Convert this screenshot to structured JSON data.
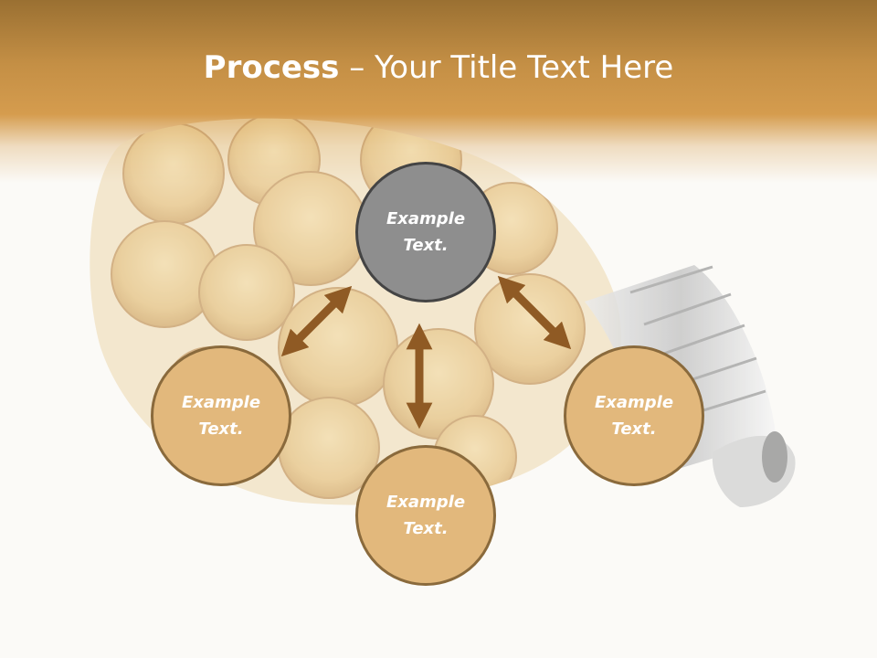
{
  "slide": {
    "title_bold": "Process",
    "title_separator": " – ",
    "title_rest": "Your Title Text Here"
  },
  "diagram": {
    "center_node": {
      "text": "Example Text."
    },
    "left_node": {
      "text": "Example Text."
    },
    "bottom_node": {
      "text": "Example Text."
    },
    "right_node": {
      "text": "Example Text."
    }
  },
  "colors": {
    "header_band": "#d59c4e",
    "center_fill": "#8e8e8e",
    "outer_fill": "#e2b87c",
    "arrow": "#8f5a24"
  },
  "icons": [
    "lightbulb-coins-image",
    "double-arrow-icon"
  ]
}
